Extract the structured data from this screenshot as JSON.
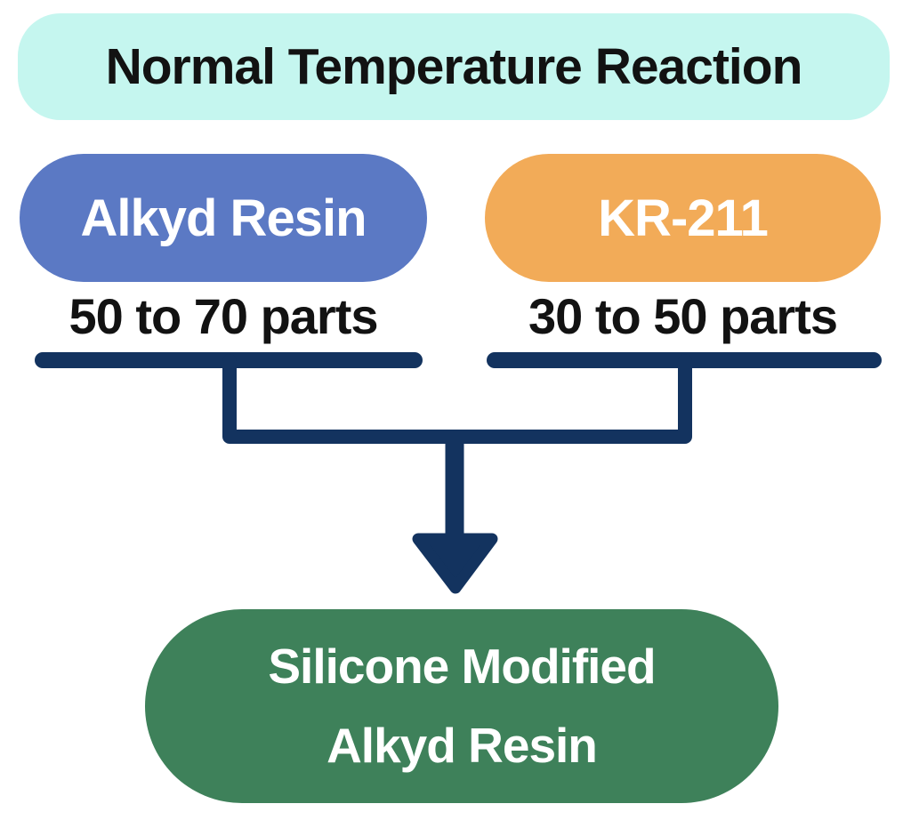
{
  "title": "Normal Temperature Reaction",
  "inputs": [
    {
      "label": "Alkyd Resin",
      "amount": "50 to 70 parts"
    },
    {
      "label": "KR-211",
      "amount": "30 to 50 parts"
    }
  ],
  "output": {
    "line1": "Silicone Modified",
    "line2": "Alkyd Resin"
  },
  "colors": {
    "banner_bg": "#c5f6ef",
    "input_left_bg": "#5b79c4",
    "input_right_bg": "#f2ab58",
    "output_bg": "#3e815a",
    "connector": "#13335f",
    "text_dark": "#121212",
    "text_light": "#ffffff"
  }
}
